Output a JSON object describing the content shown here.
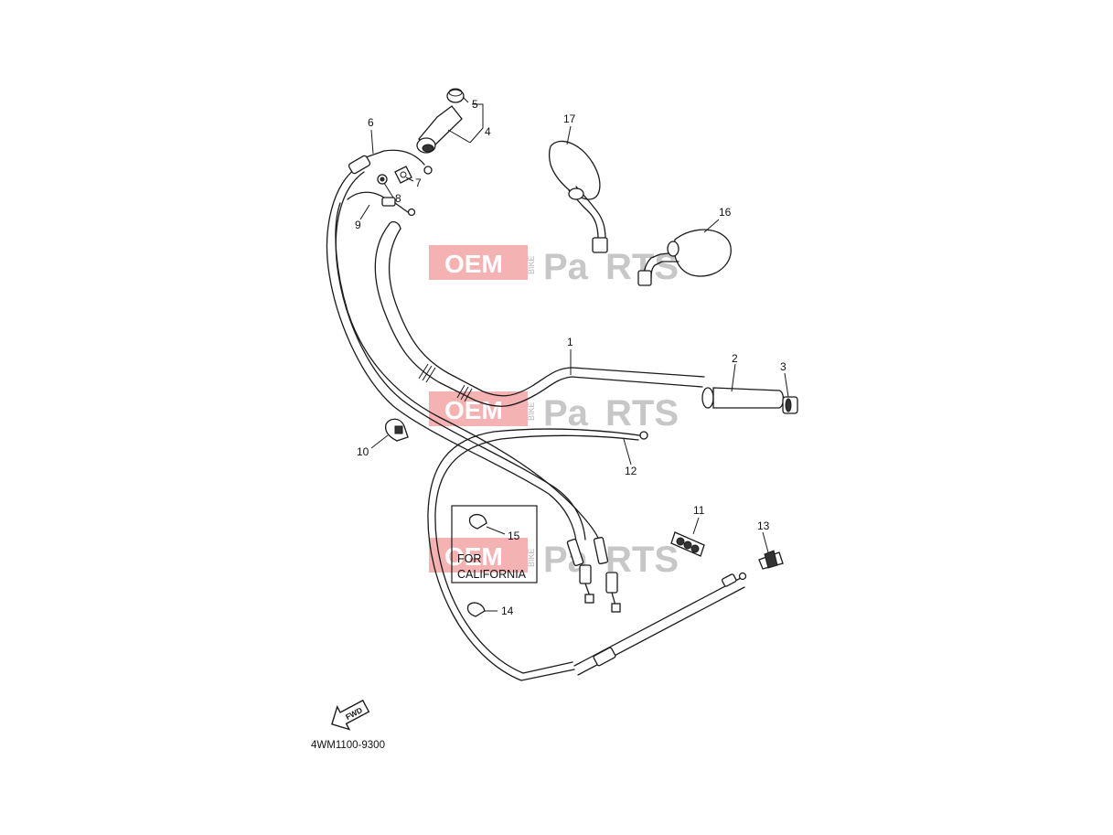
{
  "diagram_code": "4WM1100-9300",
  "fwd_label": "FWD",
  "inset": {
    "line1": "FOR",
    "line2": "CALIFORNIA"
  },
  "watermark": {
    "oem": "OEM",
    "bike": "BIKE",
    "parts_a": "Pa",
    "parts_b": "RTS"
  },
  "callouts": [
    "1",
    "2",
    "3",
    "4",
    "5",
    "6",
    "7",
    "8",
    "9",
    "10",
    "11",
    "12",
    "13",
    "14",
    "15",
    "16",
    "17"
  ],
  "colors": {
    "line": "#1a1a1a",
    "watermark_red": "#e85555",
    "watermark_gray": "#9a9a9a"
  }
}
